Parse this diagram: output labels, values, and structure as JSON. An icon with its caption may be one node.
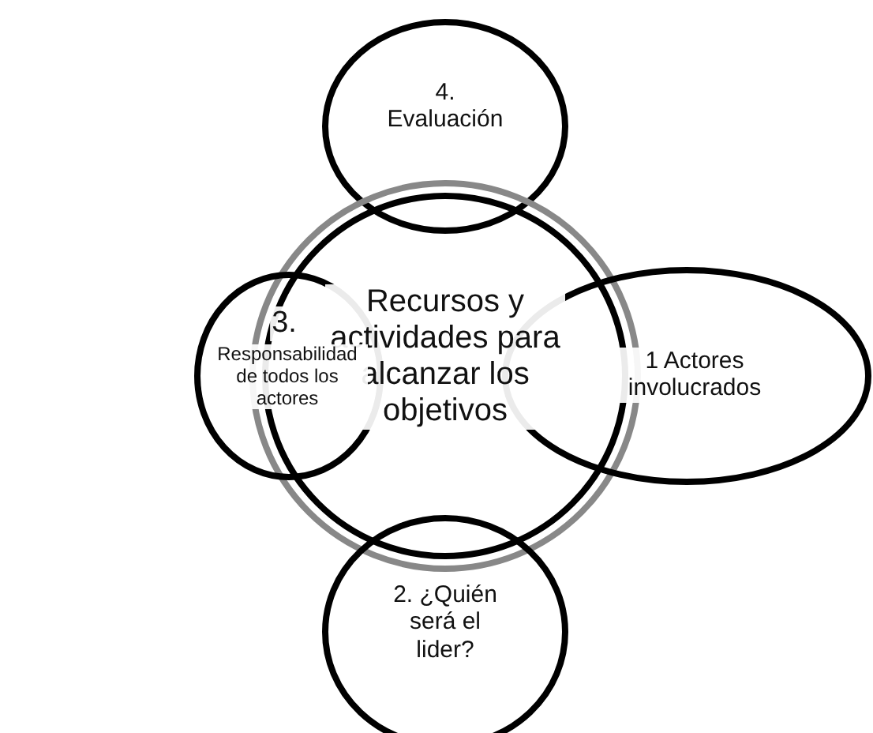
{
  "diagram": {
    "nodes": [
      {
        "text": [
          "4. Evaluación"
        ]
      },
      {
        "text": [
          "Recursos y actividades para alcanzar los objetivos"
        ]
      },
      {
        "text": [
          "3.",
          "Responsabilidad de todos los actores"
        ]
      },
      {
        "text": [
          "1 Actores involucrados"
        ]
      },
      {
        "text": [
          "2. ¿Quién será el lider?"
        ]
      }
    ]
  }
}
